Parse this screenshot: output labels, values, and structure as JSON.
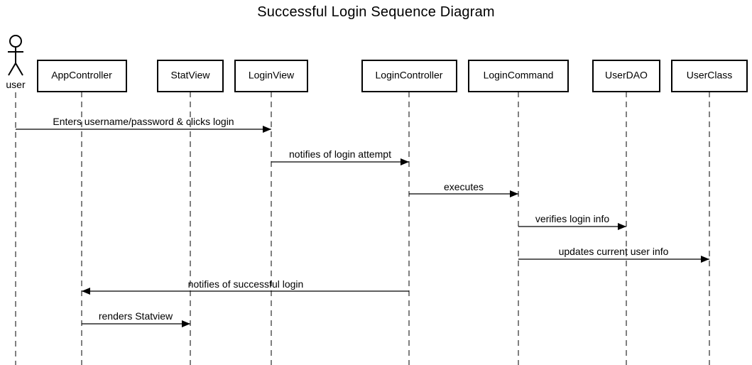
{
  "title": "Successful Login Sequence Diagram",
  "actor": {
    "id": "user",
    "label": "user"
  },
  "participants": [
    {
      "id": "appcontroller",
      "label": "AppController"
    },
    {
      "id": "statview",
      "label": "StatView"
    },
    {
      "id": "loginview",
      "label": "LoginView"
    },
    {
      "id": "logincontroller",
      "label": "LoginController"
    },
    {
      "id": "logincommand",
      "label": "LoginCommand"
    },
    {
      "id": "userdao",
      "label": "UserDAO"
    },
    {
      "id": "userclass",
      "label": "UserClass"
    }
  ],
  "messages": [
    {
      "from": "user",
      "to": "loginview",
      "label": "Enters username/password & clicks login"
    },
    {
      "from": "loginview",
      "to": "logincontroller",
      "label": "notifies of login attempt"
    },
    {
      "from": "logincontroller",
      "to": "logincommand",
      "label": "executes"
    },
    {
      "from": "logincommand",
      "to": "userdao",
      "label": "verifies login info"
    },
    {
      "from": "logincommand",
      "to": "userclass",
      "label": "updates current user info"
    },
    {
      "from": "logincontroller",
      "to": "appcontroller",
      "label": "notifies of successful login"
    },
    {
      "from": "appcontroller",
      "to": "statview",
      "label": "renders Statview"
    }
  ]
}
